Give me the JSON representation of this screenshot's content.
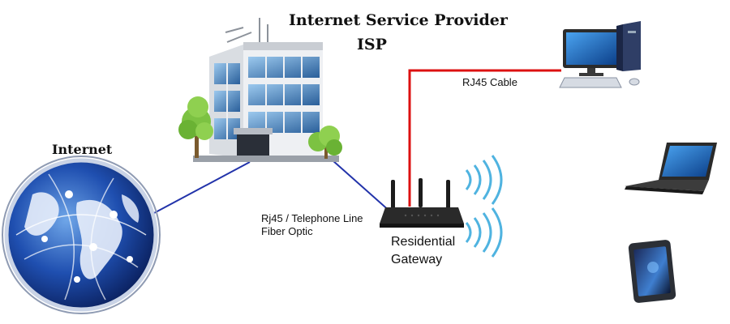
{
  "isp": {
    "title": "Internet Service Provider",
    "abbreviation": "ISP",
    "icon": "office-building"
  },
  "internet": {
    "label": "Internet",
    "icon": "globe"
  },
  "links": {
    "rj45_cable_label": "RJ45 Cable",
    "isp_to_gateway_label_line1": "Rj45 / Telephone Line",
    "isp_to_gateway_label_line2": "Fiber Optic"
  },
  "gateway": {
    "label_line1": "Residential",
    "label_line2": "Gateway",
    "icon": "wifi-router"
  },
  "devices": [
    {
      "icon": "desktop-computer"
    },
    {
      "icon": "laptop"
    },
    {
      "icon": "smartphone"
    }
  ],
  "colors": {
    "isp_link": "#2233aa",
    "cable_link": "#dd1111",
    "wifi_waves": "#4fb3e0"
  }
}
